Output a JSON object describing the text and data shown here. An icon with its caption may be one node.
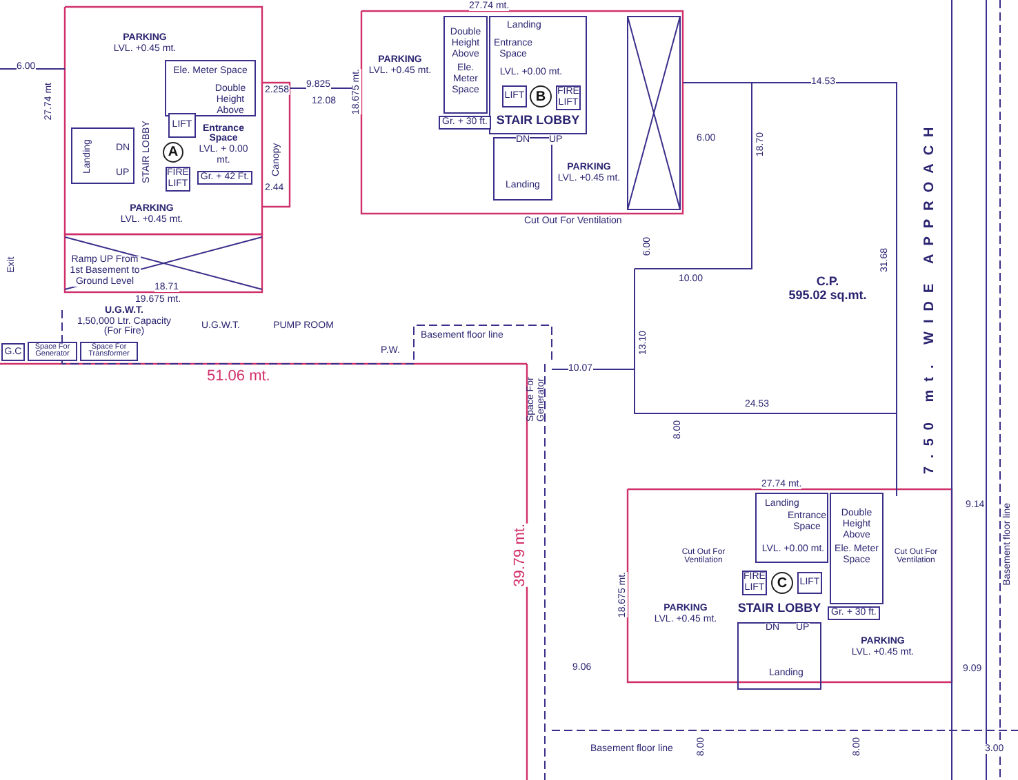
{
  "diagram": {
    "nodes": [
      {
        "text": [
          "PARKING",
          "LVL. +0.45 mt."
        ]
      },
      {
        "text": [
          "Ele. Meter Space"
        ]
      },
      {
        "text": [
          "Double Height Above"
        ]
      },
      {
        "text": [
          "LIFT"
        ]
      },
      {
        "text": [
          "Entrance Space",
          "LVL. + 0.00 mt."
        ]
      },
      {
        "text": [
          "A"
        ]
      },
      {
        "text": [
          "FIRE LIFT"
        ]
      },
      {
        "text": [
          "STAIR LOBBY"
        ]
      },
      {
        "text": [
          "Landing"
        ]
      },
      {
        "text": [
          "Gr. + 42 Ft."
        ]
      },
      {
        "text": [
          "Canopy"
        ]
      },
      {
        "text": [
          "PARKING",
          "LVL. +0.45 mt."
        ]
      },
      {
        "text": [
          "Ramp UP From 1st Basement to Ground Level"
        ]
      },
      {
        "text": [
          "Exit"
        ]
      },
      {
        "text": [
          "PARKING",
          "LVL. +0.45 mt."
        ]
      },
      {
        "text": [
          "Double Height Above"
        ]
      },
      {
        "text": [
          "Ele. Meter Space"
        ]
      },
      {
        "text": [
          "Landing"
        ]
      },
      {
        "text": [
          "Entrance Space"
        ]
      },
      {
        "text": [
          "LVL. +0.00 mt."
        ]
      },
      {
        "text": [
          "LIFT"
        ]
      },
      {
        "text": [
          "B"
        ]
      },
      {
        "text": [
          "FIRE LIFT"
        ]
      },
      {
        "text": [
          "STAIR LOBBY"
        ]
      },
      {
        "text": [
          "Landing"
        ]
      },
      {
        "text": [
          "PARKING",
          "LVL. +0.45 mt."
        ]
      },
      {
        "text": [
          "Gr. + 30 ft."
        ]
      },
      {
        "text": [
          "C.P.",
          "595.02 sq.mt."
        ]
      },
      {
        "text": [
          "7.50 mt. WIDE APPROACH"
        ]
      },
      {
        "text": [
          "U.G.W.T.",
          "1,50,000 Ltr. Capacity",
          "(For Fire)"
        ]
      },
      {
        "text": [
          "U.G.W.T."
        ]
      },
      {
        "text": [
          "PUMP ROOM"
        ]
      },
      {
        "text": [
          "G.C"
        ]
      },
      {
        "text": [
          "Space For Generator"
        ]
      },
      {
        "text": [
          "Space For Transformer"
        ]
      },
      {
        "text": [
          "P.W."
        ]
      },
      {
        "text": [
          "Landing"
        ]
      },
      {
        "text": [
          "Entrance Space"
        ]
      },
      {
        "text": [
          "Double Height Above"
        ]
      },
      {
        "text": [
          "Ele. Meter Space"
        ]
      },
      {
        "text": [
          "LVL. +0.00 mt."
        ]
      },
      {
        "text": [
          "FIRE LIFT"
        ]
      },
      {
        "text": [
          "C"
        ]
      },
      {
        "text": [
          "LIFT"
        ]
      },
      {
        "text": [
          "STAIR LOBBY"
        ]
      },
      {
        "text": [
          "Landing"
        ]
      },
      {
        "text": [
          "PARKING",
          "LVL. +0.45 mt."
        ]
      },
      {
        "text": [
          "PARKING",
          "LVL. +0.45 mt."
        ]
      },
      {
        "text": [
          "Gr. + 30 ft."
        ]
      },
      {
        "text": [
          "Space For Generator"
        ]
      }
    ],
    "labels": [
      "DN",
      "UP",
      "DN",
      "UP",
      "DN",
      "UP",
      "6.00",
      "27.74 mt",
      "2.258",
      "9.825",
      "12.08",
      "2.44",
      "18.71",
      "19.675 mt.",
      "27.74 mt.",
      "18.675 mt.",
      "14.53",
      "6.00",
      "18.70",
      "31.68",
      "10.00",
      "24.53",
      "13.10",
      "10.07",
      "51.06 mt.",
      "39.79 mt.",
      "6.00",
      "8.00",
      "9.14",
      "27.74 mt.",
      "18.675 mt.",
      "9.06",
      "9.09",
      "8.00",
      "8.00",
      "3.00",
      "Basement floor line",
      "Basement floor line",
      "Basement floor line",
      "Cut Out For Ventilation",
      "Cut Out For Ventilation",
      "Cut Out For Ventilation"
    ]
  }
}
